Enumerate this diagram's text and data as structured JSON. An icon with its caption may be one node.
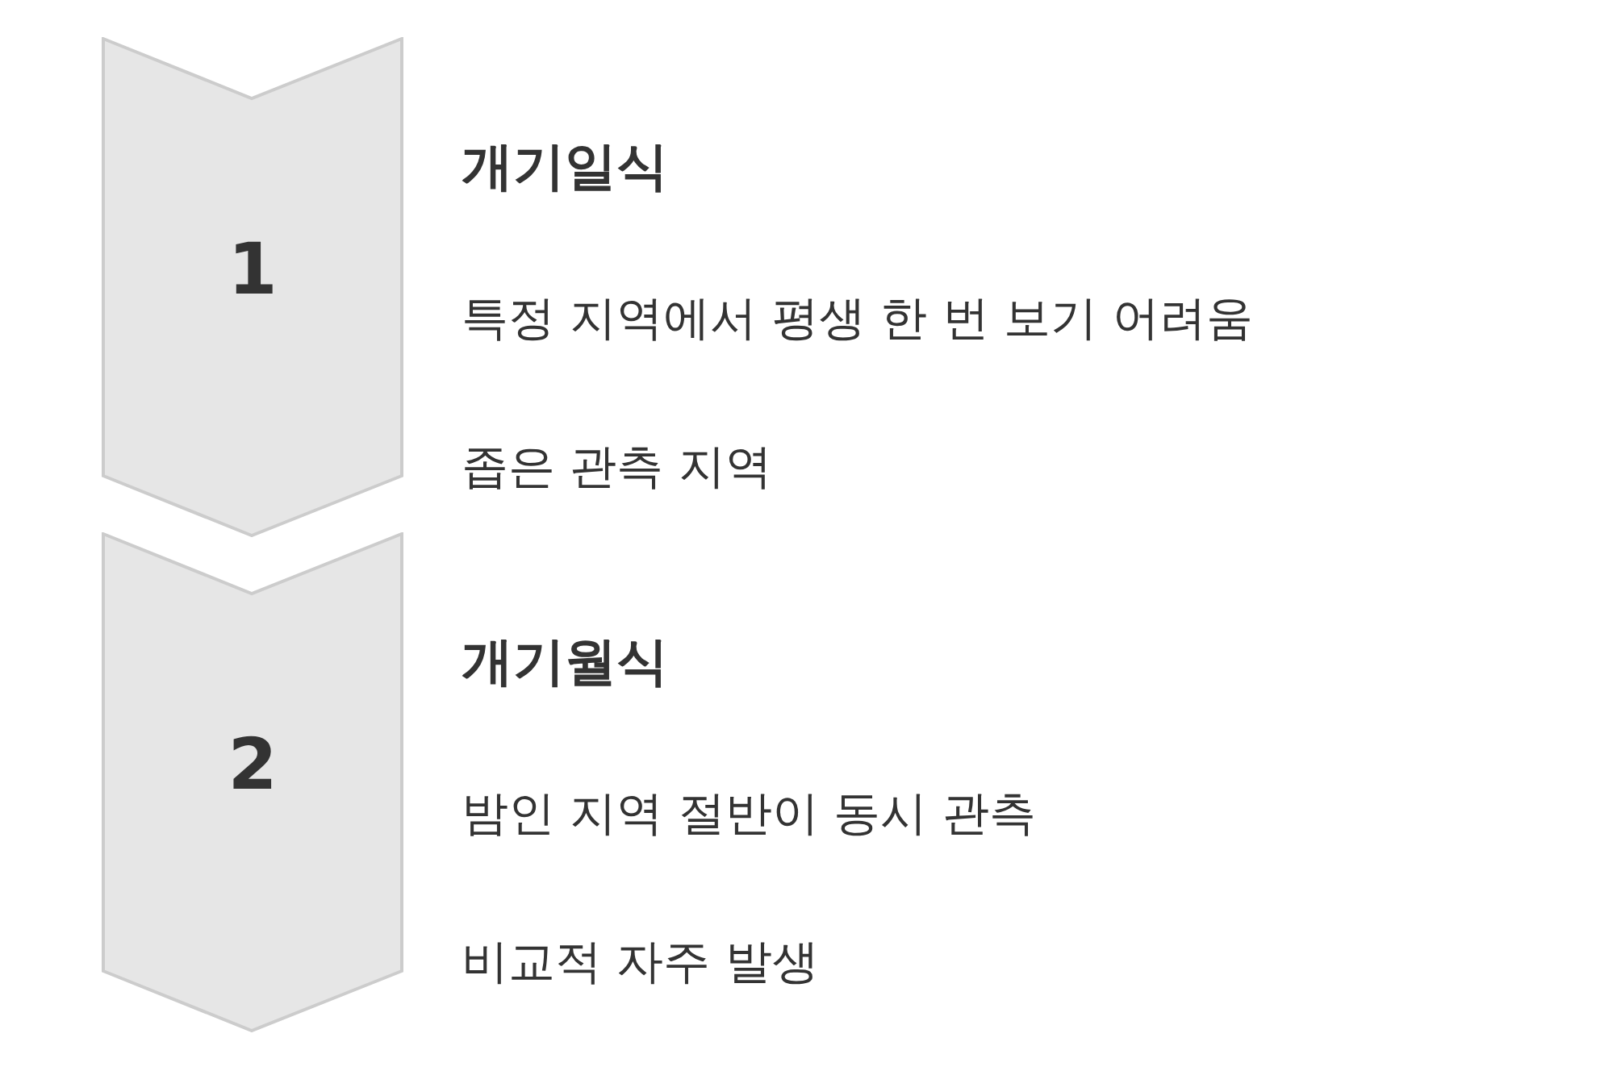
{
  "diagram": {
    "nodes": [
      {
        "text": [
          "1"
        ],
        "beside": [
          "개기일식",
          "특정 지역에서 평생 한 번 보기 어려움",
          "좁은 관측 지역"
        ]
      },
      {
        "text": [
          "2"
        ],
        "beside": [
          "개기월식",
          "밤인 지역 절반이 동시 관측",
          "비교적 자주 발생"
        ]
      }
    ]
  }
}
